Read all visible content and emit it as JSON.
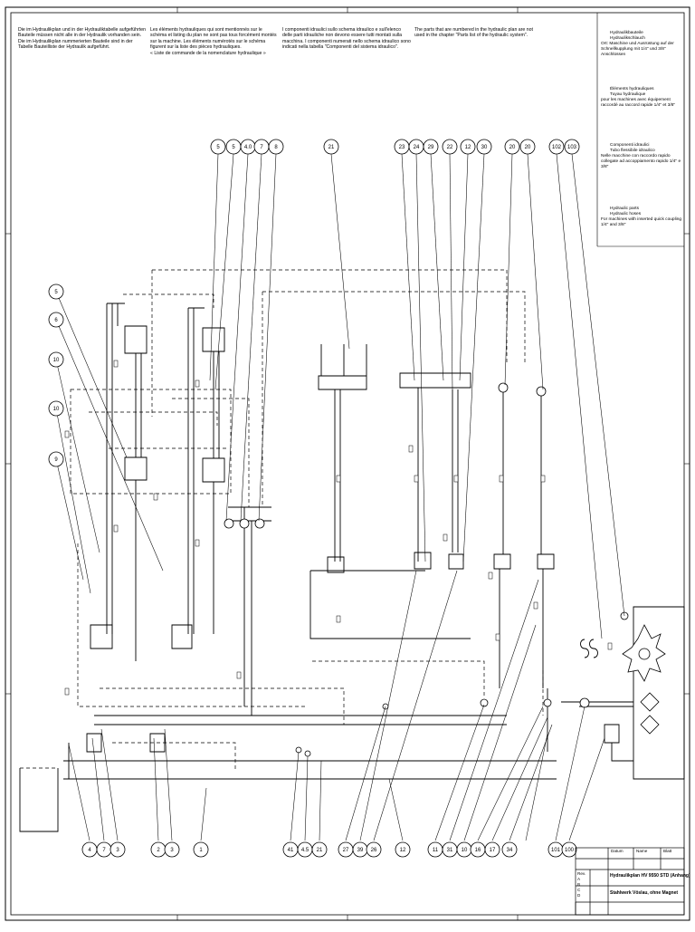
{
  "notes": [
    "Die im Hydraulikplan und in der Hydrauliktabelle aufgeführten Bauteile müssen nicht alle in der Hydraulik vorhanden sein. Die im Hydraulikplan nummerierten Bauteile sind in der Tabelle Bauteilliste der Hydraulik aufgeführt.",
    "Les éléments hydrauliques qui sont mentionnés sur le schéma et listing du plan ne sont pas tous forcément montés sur la machine. Les éléments numérotés sur le schéma figurent sur la liste des pièces hydrauliques.\n« Liste de commande de la nomenclature hydraulique »",
    "I componenti idraulici sullo schema idraulico e sull'elenco delle parti idrauliche non devono essere tutti montati sulla macchina. I componenti numerati nello schema idraulico sono indicati nella tabella \"Componenti del sistema idraulico\".",
    "The parts that are numbered in the hydraulic plan are not used in the chapter \"Parts list of the hydraulic system\"."
  ],
  "legend": [
    {
      "lines": [
        "Hydraulikbauteile",
        "Hydraulikschlauch",
        "Ort: Maschine und Ausrüstung auf der Schnellkupplung mit 1/4\" und 3/8\" Anschlüssen"
      ]
    },
    {
      "lines": [
        "Éléments hydrauliques",
        "Tuyau hydraulique",
        "pour les machines avec équipement raccordé au raccord rapide 1/4\" et 3/8\""
      ]
    },
    {
      "lines": [
        "Componenti idraulici",
        "Tubo flessibile idraulico",
        "Nelle macchine con raccordo rapido collegate ad accoppiamento rapido 1/4\" e 3/8\""
      ]
    },
    {
      "lines": [
        "Hydraulic parts",
        "Hydraulic hoses",
        "For machines with inserted quick coupling 1/4\" and 3/8\""
      ]
    }
  ],
  "top_callouts": [
    "5",
    "5",
    "4.0",
    "7",
    "8",
    "21",
    "23",
    "24",
    "29",
    "22",
    "12",
    "30",
    "20",
    "20",
    "102",
    "103"
  ],
  "left_callouts": [
    "5",
    "6",
    "10",
    "10",
    "9"
  ],
  "bottom_callouts": [
    "4",
    "7",
    "3",
    "2",
    "3",
    "1",
    "41",
    "4.5",
    "21",
    "27",
    "39",
    "26",
    "12",
    "11",
    "31",
    "10",
    "16",
    "17",
    "34",
    "101",
    "100"
  ],
  "title_block": {
    "drawing_title": "Hydraulikplan HV 9550 STD (Anhang)",
    "subtitle": "Stahlwerk Vöslau, ohne Magnet",
    "header_cells": [
      "Datum",
      "Name",
      "Blatt"
    ],
    "revisions": [
      "Rev.",
      "A",
      "B",
      "C",
      "D"
    ]
  }
}
